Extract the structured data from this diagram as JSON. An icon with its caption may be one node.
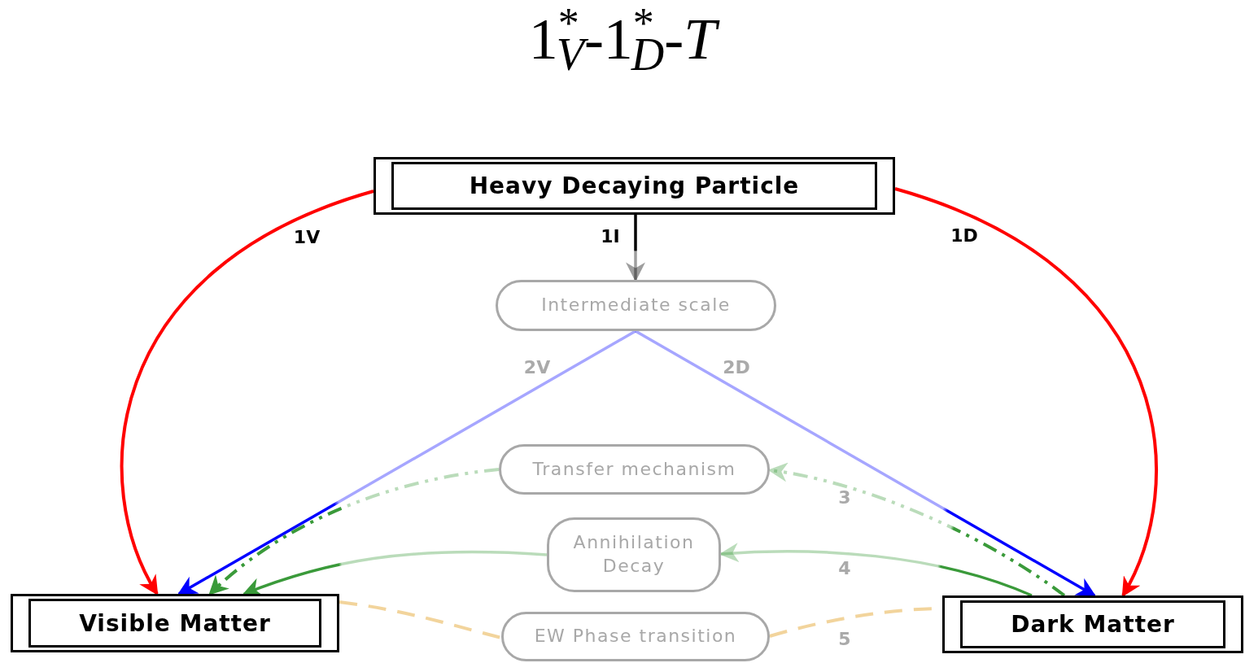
{
  "diagram": {
    "title": "1$^{*}$$_{V}$-1$^{*}$$_{D}$-*T*",
    "nodes": [
      {
        "text": [
          "Heavy Decaying Particle"
        ]
      },
      {
        "text": [
          "Intermediate scale"
        ]
      },
      {
        "text": [
          "Transfer mechanism"
        ]
      },
      {
        "text": [
          "Annihilation Decay"
        ]
      },
      {
        "text": [
          "EW Phase transition"
        ]
      },
      {
        "text": [
          "Visible Matter"
        ]
      },
      {
        "text": [
          "Dark Matter"
        ]
      }
    ],
    "edges": [
      {
        "from": 0,
        "to": 5,
        "arrow": "to",
        "label": "1V",
        "color": "#ff0000",
        "style": "thick"
      },
      {
        "from": 0,
        "to": 6,
        "arrow": "to",
        "label": "1D",
        "color": "#ff0000",
        "style": "thick"
      },
      {
        "from": 0,
        "to": 1,
        "arrow": "to",
        "label": "1I",
        "color": "#000000"
      },
      {
        "from": 1,
        "to": 5,
        "arrow": "to",
        "label": "2V",
        "color": "#0000ff"
      },
      {
        "from": 1,
        "to": 6,
        "arrow": "to",
        "label": "2D",
        "color": "#0000ff"
      },
      {
        "from": 6,
        "to": 2,
        "arrow": "to",
        "label": "3",
        "color": "#3a9a3a",
        "style": "dashed"
      },
      {
        "from": 2,
        "to": 5,
        "arrow": "to",
        "color": "#3a9a3a",
        "style": "dashed"
      },
      {
        "from": 6,
        "to": 3,
        "arrow": "to",
        "label": "4",
        "color": "#3a9a3a"
      },
      {
        "from": 3,
        "to": 5,
        "arrow": "to",
        "color": "#3a9a3a"
      },
      {
        "from": 5,
        "to": 4,
        "arrow": "none",
        "color": "#f2d49c",
        "style": "dashed"
      },
      {
        "from": 4,
        "to": 6,
        "arrow": "none",
        "label": "5",
        "color": "#f2d49c",
        "style": "dashed"
      }
    ]
  }
}
